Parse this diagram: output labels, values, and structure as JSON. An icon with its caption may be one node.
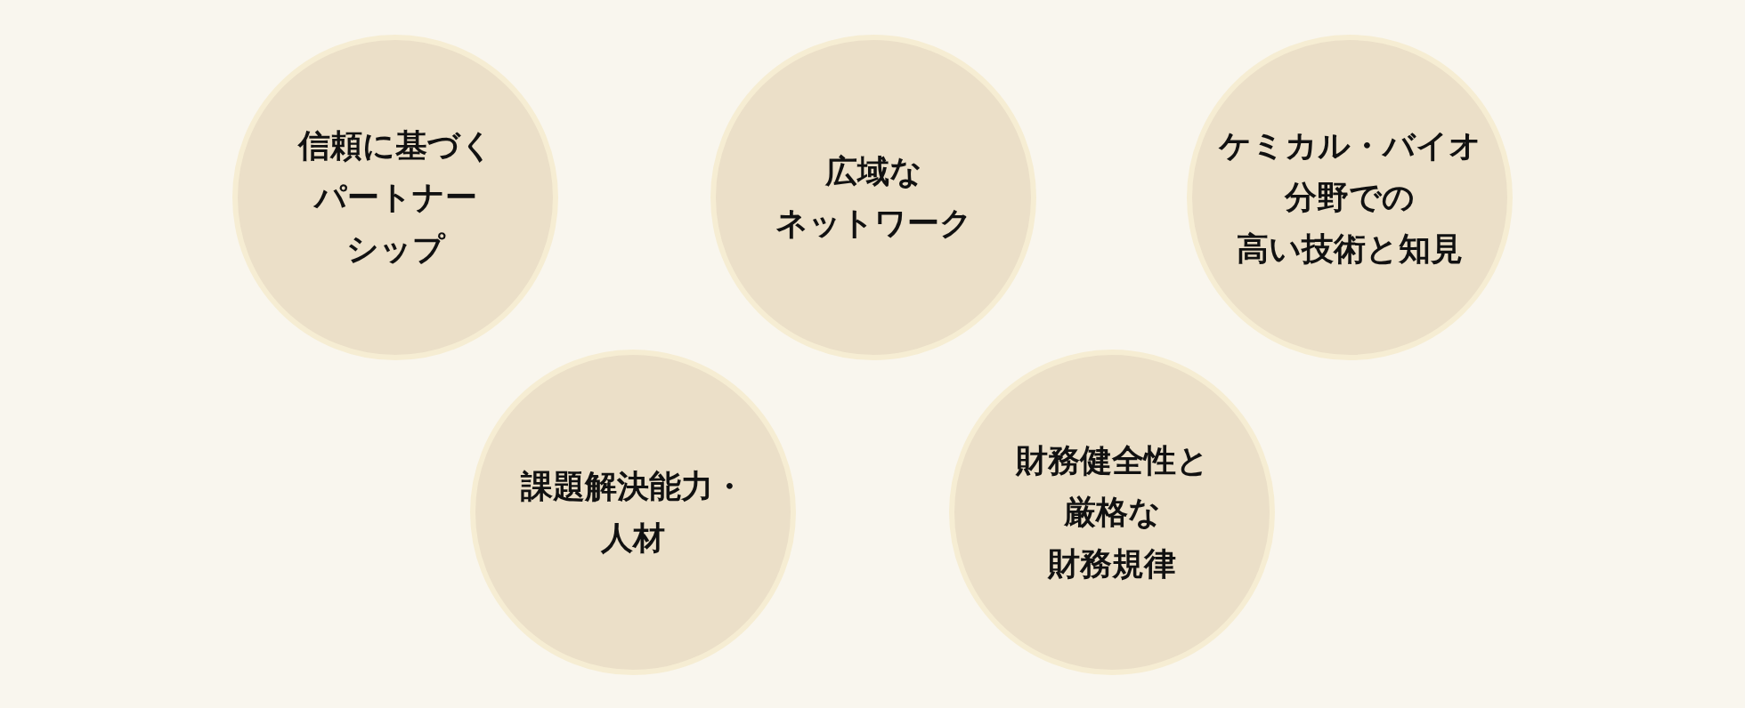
{
  "diagram": {
    "nodes": [
      {
        "text": [
          "信頼に基づくパートナーシップ"
        ]
      },
      {
        "text": [
          "広域なネットワーク"
        ]
      },
      {
        "text": [
          "ケミカル・バイオ分野での高い技術と知見"
        ]
      },
      {
        "text": [
          "課題解決能力・人材"
        ]
      },
      {
        "text": [
          "財務健全性と厳格な財務規律"
        ]
      }
    ]
  }
}
